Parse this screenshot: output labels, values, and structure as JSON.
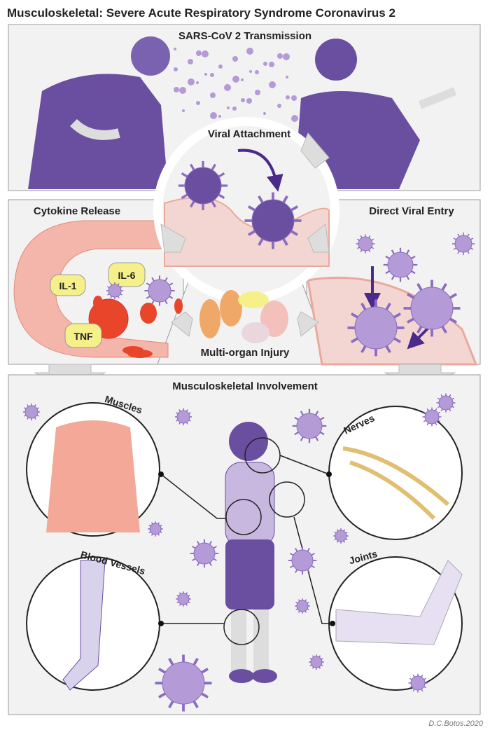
{
  "title": "Musculoskeletal: Severe Acute Respiratory Syndrome Coronavirus 2",
  "panels": {
    "transmission": "SARS-CoV 2 Transmission",
    "attachment": "Viral Attachment",
    "cytokine": "Cytokine Release",
    "entry": "Direct Viral Entry",
    "organ": "Multi-organ Injury",
    "involvement": "Musculoskeletal Involvement"
  },
  "cytokines": [
    "IL-1",
    "IL-6",
    "TNF"
  ],
  "tissues": {
    "muscles": "Muscles",
    "nerves": "Nerves",
    "vessels": "Blood Vessels",
    "joints": "Joints"
  },
  "credit": "D.C.Botos.2020",
  "colors": {
    "purple": "#6a4fa0",
    "virus": "#b49ad6",
    "pink": "#f3c9c0",
    "red": "#e8452a",
    "yellow": "#f6f08a",
    "panel": "#f2f2f2"
  }
}
